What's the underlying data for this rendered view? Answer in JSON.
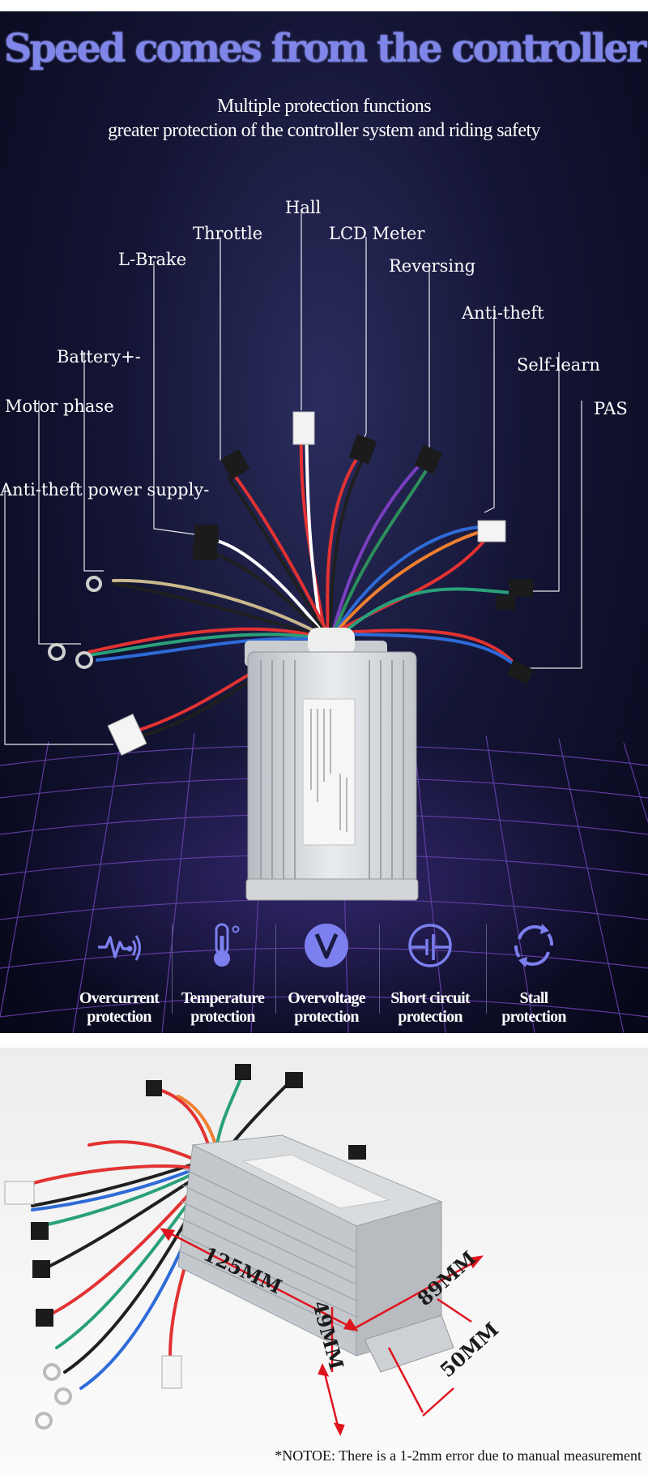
{
  "header": {
    "title": "Speed comes from the controller",
    "subtitle_line1": "Multiple protection functions",
    "subtitle_line2": "greater protection of the controller system and riding safety"
  },
  "wire_labels": {
    "hall": "Hall",
    "throttle": "Throttle",
    "lcd_meter": "LCD Meter",
    "l_brake": "L-Brake",
    "reversing": "Reversing",
    "anti_theft": "Anti-theft",
    "battery": "Battery+-",
    "self_learn": "Self-learn",
    "motor_phase": "Motor phase",
    "pas": "PAS",
    "anti_theft_power": "Anti-theft power supply-"
  },
  "features": [
    {
      "icon": "overcurrent-icon",
      "label_line1": "Overcurrent",
      "label_line2": "protection"
    },
    {
      "icon": "thermometer-icon",
      "label_line1": "Temperature",
      "label_line2": "protection"
    },
    {
      "icon": "voltage-v-icon",
      "label_line1": "Overvoltage",
      "label_line2": "protection"
    },
    {
      "icon": "short-circuit-icon",
      "label_line1": "Short circuit",
      "label_line2": "protection"
    },
    {
      "icon": "stall-arrows-icon",
      "label_line1": "Stall",
      "label_line2": "protection"
    }
  ],
  "dimensions": {
    "length": "125MM",
    "height": "49MM",
    "width": "89MM",
    "mount": "50MM"
  },
  "footnote": "*NOTOE: There is a 1-2mm error due to manual measurement",
  "colors": {
    "title": "#7f86e8",
    "icon": "#7b80ee",
    "dimension_line": "#e0141e"
  }
}
